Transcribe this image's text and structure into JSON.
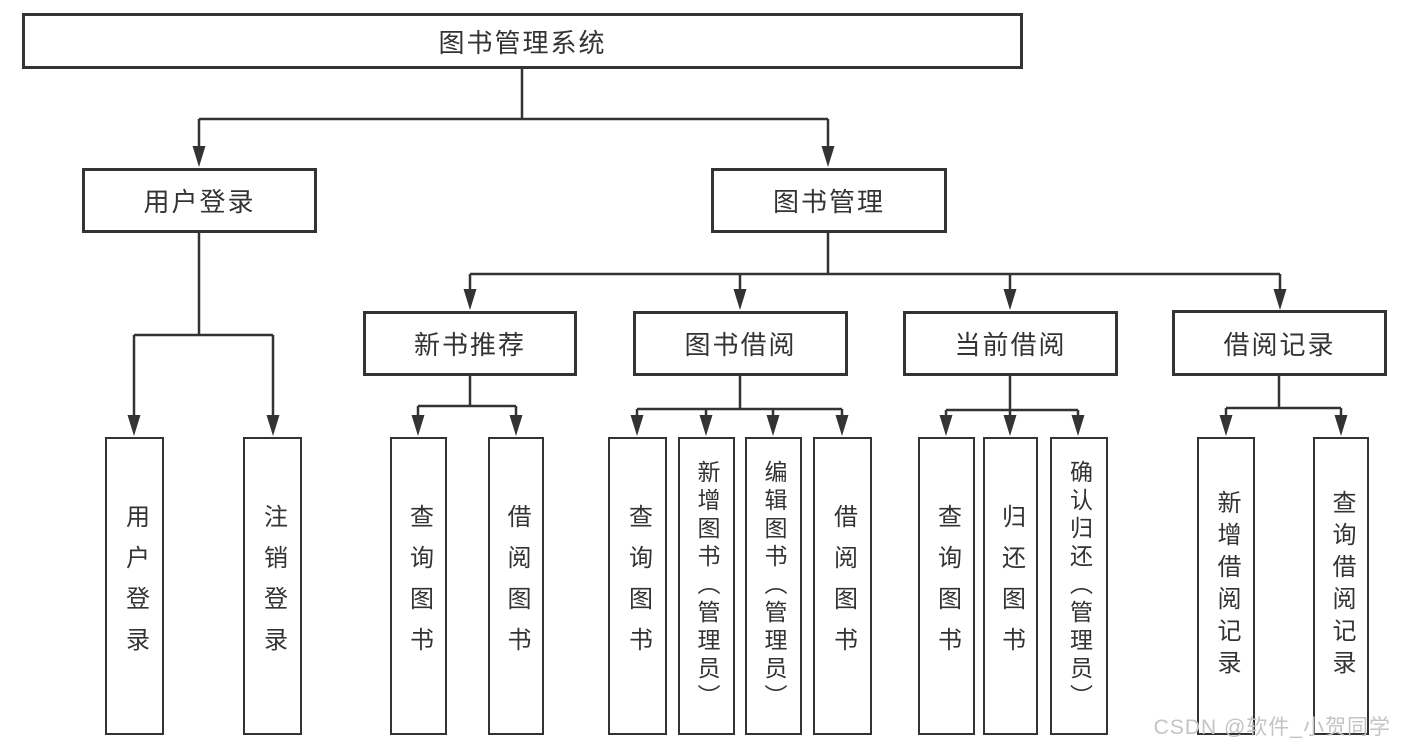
{
  "root": {
    "label": "图书管理系统"
  },
  "user_login": {
    "label": "用户登录",
    "children": [
      "用户登录",
      "注销登录"
    ]
  },
  "book_management": {
    "label": "图书管理"
  },
  "new_book": {
    "label": "新书推荐",
    "children": [
      "查询图书",
      "借阅图书"
    ]
  },
  "borrowing": {
    "label": "图书借阅",
    "children": [
      "查询图书",
      "新增图书（管理员）",
      "编辑图书（管理员）",
      "借阅图书"
    ]
  },
  "current": {
    "label": "当前借阅",
    "children": [
      "查询图书",
      "归还图书",
      "确认归还（管理员）"
    ]
  },
  "records": {
    "label": "借阅记录",
    "children": [
      "新增借阅记录",
      "查询借阅记录"
    ]
  },
  "watermark": "CSDN @软件_小贺同学",
  "colors": {
    "line": "#333333",
    "text": "#333333",
    "box_background": "#ffffff",
    "page_background": "#ffffff",
    "watermark": "#c5c3c3"
  }
}
